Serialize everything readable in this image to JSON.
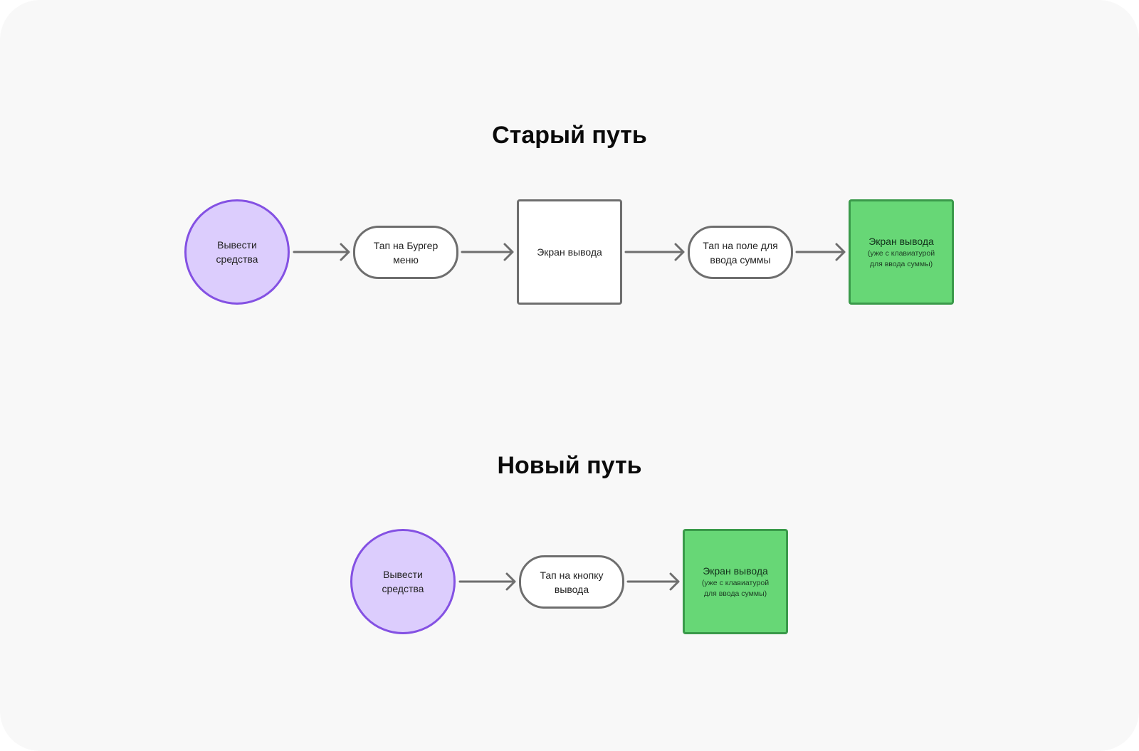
{
  "old_path": {
    "title": "Старый путь",
    "nodes": [
      {
        "kind": "start",
        "label": "Вывести\nсредства"
      },
      {
        "kind": "step",
        "label": "Тап на Бургер\nменю"
      },
      {
        "kind": "screen",
        "label": "Экран вывода"
      },
      {
        "kind": "step",
        "label": "Тап на поле для\nввода суммы"
      },
      {
        "kind": "result",
        "label": "Экран вывода",
        "sublabel": "(уже с клавиатурой\nдля ввода суммы)"
      }
    ]
  },
  "new_path": {
    "title": "Новый путь",
    "nodes": [
      {
        "kind": "start",
        "label": "Вывести\nсредства"
      },
      {
        "kind": "step",
        "label": "Тап на кнопку\nвывода"
      },
      {
        "kind": "result",
        "label": "Экран вывода",
        "sublabel": "(уже с клавиатурой\nдля ввода суммы)"
      }
    ]
  },
  "colors": {
    "start_fill": "#dccdfd",
    "start_border": "#8451e3",
    "result_fill": "#67d776",
    "result_border": "#3a9a4a",
    "neutral_border": "#6e6e6e"
  }
}
